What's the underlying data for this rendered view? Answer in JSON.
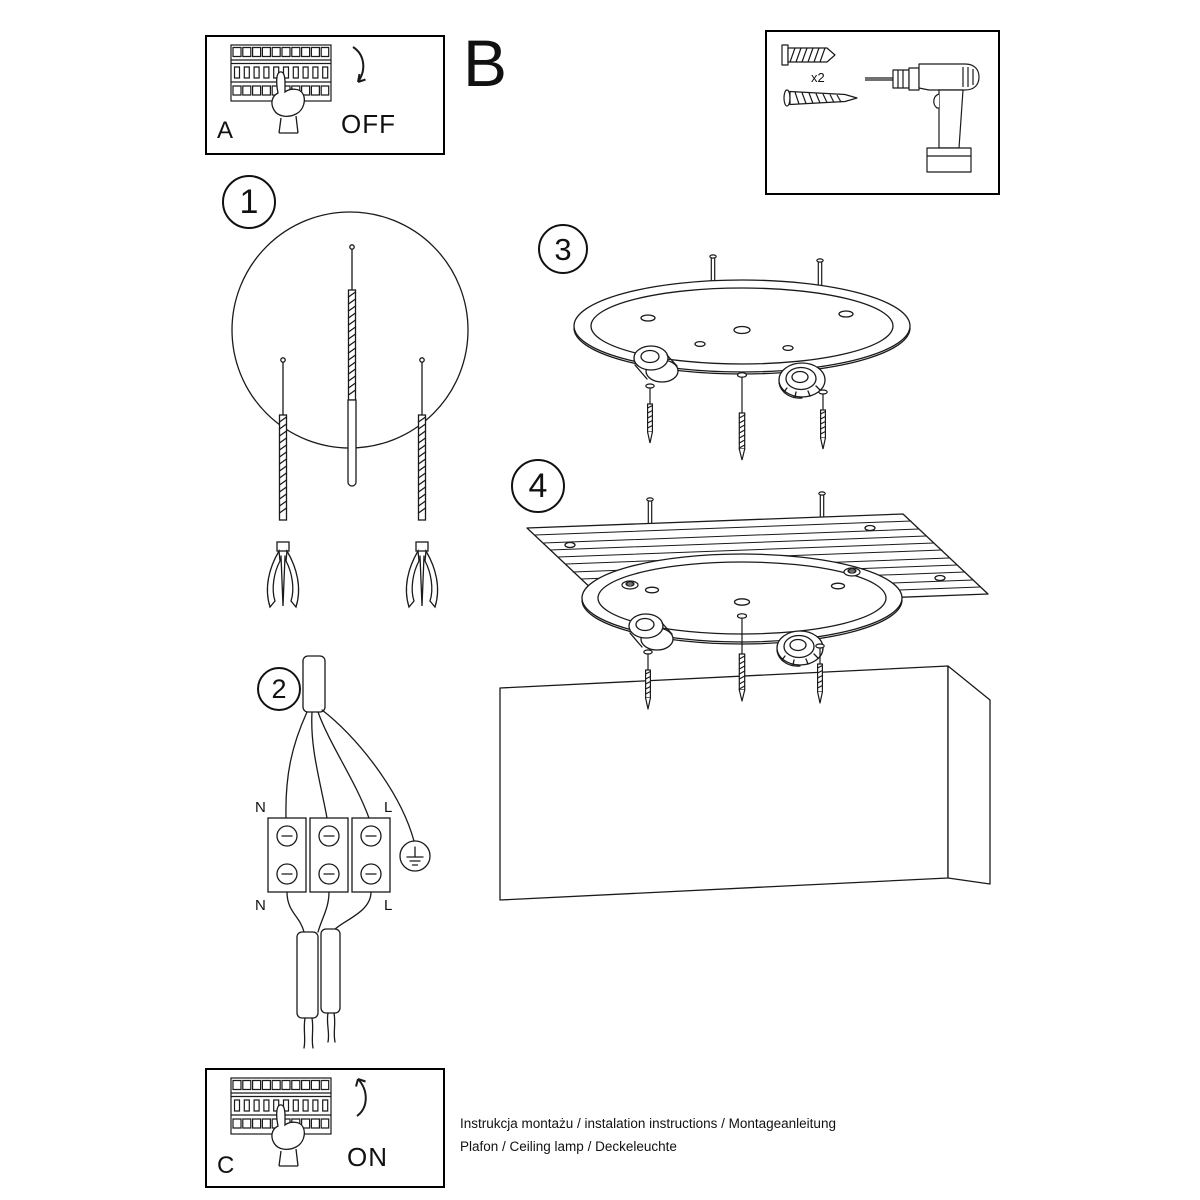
{
  "document": {
    "section_letter": "B",
    "footer_line1": "Instrukcja montażu / instalation instructions / Montageanleitung",
    "footer_line2": "Plafon / Ceiling lamp / Deckeleuchte"
  },
  "panel_a": {
    "label": "A",
    "state": "OFF"
  },
  "panel_c": {
    "label": "C",
    "state": "ON"
  },
  "hardware": {
    "anchor_count": "x2"
  },
  "steps": {
    "s1": "1",
    "s2": "2",
    "s3": "3",
    "s4": "4"
  },
  "wiring": {
    "n_top": "N",
    "l_top": "L",
    "n_bottom": "N",
    "l_bottom": "L"
  },
  "colors": {
    "ink": "#1a1a1a",
    "paper": "#ffffff"
  }
}
